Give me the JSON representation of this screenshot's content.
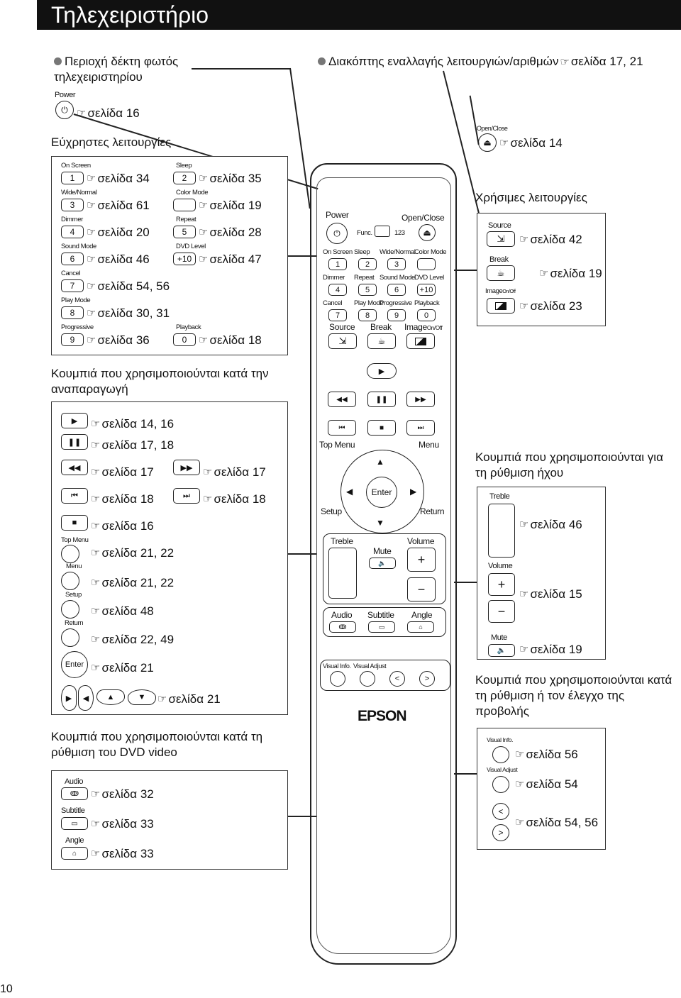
{
  "page_title": "Τηλεχειριστήριο",
  "page_number": "10",
  "callouts": {
    "receiver_label": "Περιοχή δέκτη φωτός τηλεχειριστηρίου",
    "switch_label": "Διακόπτης εναλλαγής λειτουργιών/αριθμών",
    "switch_ref": "σελίδα 17, 21",
    "power_label": "Power",
    "power_ref": "σελίδα 16",
    "openclose_label": "Open/Close",
    "openclose_ref": "σελίδα 14"
  },
  "useful_functions": {
    "heading": "Εύχρηστες λειτουργίες",
    "items": [
      {
        "label": "On Screen",
        "key": "1",
        "ref": "σελίδα 34"
      },
      {
        "label": "Sleep",
        "key": "2",
        "ref": "σελίδα 35"
      },
      {
        "label": "Wide/Normal",
        "key": "3",
        "ref": "σελίδα 61"
      },
      {
        "label": "Color Mode",
        "key": "",
        "ref": "σελίδα 19"
      },
      {
        "label": "Dimmer",
        "key": "4",
        "ref": "σελίδα 20"
      },
      {
        "label": "Repeat",
        "key": "5",
        "ref": "σελίδα 28"
      },
      {
        "label": "Sound Mode",
        "key": "6",
        "ref": "σελίδα 46"
      },
      {
        "label": "DVD Level",
        "key": "+10",
        "ref": "σελίδα 47"
      },
      {
        "label": "Cancel",
        "key": "7",
        "ref": "σελίδα 54, 56"
      },
      {
        "label": "Play Mode",
        "key": "8",
        "ref": "σελίδα 30, 31"
      },
      {
        "label": "Progressive",
        "key": "9",
        "ref": "σελίδα 36"
      },
      {
        "label": "Playback",
        "key": "0",
        "ref": "σελίδα 18"
      }
    ]
  },
  "convenient_functions": {
    "heading": "Χρήσιμες λειτουργίες",
    "items": [
      {
        "label": "Source",
        "ref": "σελίδα 42"
      },
      {
        "label": "Break",
        "ref": "σελίδα 19"
      },
      {
        "label": "Image",
        "sub": "On/Off",
        "ref": "σελίδα 23"
      }
    ]
  },
  "playback": {
    "heading": "Κουμπιά που χρησιμοποιούνται κατά την αναπαραγωγή",
    "play_ref": "σελίδα 14, 16",
    "pause_ref": "σελίδα 17, 18",
    "rew_ref": "σελίδα 17",
    "ff_ref": "σελίδα 17",
    "prev_ref": "σελίδα 18",
    "next_ref": "σελίδα 18",
    "stop_ref": "σελίδα 16",
    "topmenu_label": "Top Menu",
    "topmenu_ref": "σελίδα 21, 22",
    "menu_label": "Menu",
    "menu_ref": "σελίδα 21, 22",
    "setup_label": "Setup",
    "setup_ref": "σελίδα 48",
    "return_label": "Return",
    "return_ref": "σελίδα 22, 49",
    "enter_label": "Enter",
    "enter_ref": "σελίδα 21",
    "arrows_ref": "σελίδα 21"
  },
  "dvd_setting": {
    "heading": "Κουμπιά που χρησιμοποιούνται κατά τη ρύθμιση του DVD video",
    "items": [
      {
        "label": "Audio",
        "ref": "σελίδα 32"
      },
      {
        "label": "Subtitle",
        "ref": "σελίδα 33"
      },
      {
        "label": "Angle",
        "ref": "σελίδα 33"
      }
    ]
  },
  "sound_setting": {
    "heading": "Κουμπιά που χρησιμοποιούνται για τη ρύθμιση ήχου",
    "treble_label": "Treble",
    "treble_ref": "σελίδα 46",
    "volume_label": "Volume",
    "volume_ref": "σελίδα 15",
    "mute_label": "Mute",
    "mute_ref": "σελίδα 19"
  },
  "projection_setting": {
    "heading": "Κουμπιά που χρησιμοποιούνται κατά τη ρύθμιση ή τον έλεγχο της προβολής",
    "visual_info_label": "Visual Info.",
    "visual_info_ref": "σελίδα 56",
    "visual_adjust_label": "Visual Adjust",
    "visual_adjust_ref": "σελίδα 54",
    "lt_label": "<",
    "gt_label": ">",
    "arrows_ref": "σελίδα 54, 56"
  },
  "remote": {
    "power": "Power",
    "open_close": "Open/Close",
    "func": "Func.",
    "num": "123",
    "row1": [
      "On Screen",
      "Sleep",
      "Wide/Normal",
      "Color Mode"
    ],
    "row1_keys": [
      "1",
      "2",
      "3",
      ""
    ],
    "row2": [
      "Dimmer",
      "Repeat",
      "Sound Mode",
      "DVD Level"
    ],
    "row2_keys": [
      "4",
      "5",
      "6",
      "+10"
    ],
    "row3": [
      "Cancel",
      "Play Mode",
      "Progressive",
      "Playback"
    ],
    "row3_keys": [
      "7",
      "8",
      "9",
      "0"
    ],
    "source": "Source",
    "break": "Break",
    "image": "Image",
    "image_sub": "On/Off",
    "top_menu": "Top Menu",
    "menu": "Menu",
    "enter": "Enter",
    "setup": "Setup",
    "return": "Return",
    "treble": "Treble",
    "volume": "Volume",
    "mute": "Mute",
    "audio": "Audio",
    "subtitle": "Subtitle",
    "angle": "Angle",
    "visual_info": "Visual Info.",
    "visual_adjust": "Visual Adjust",
    "lt": "<",
    "gt": ">",
    "brand": "EPSON"
  },
  "icons": {
    "pointer": "pointing-hand-icon",
    "power": "power-icon",
    "eject": "eject-icon"
  }
}
